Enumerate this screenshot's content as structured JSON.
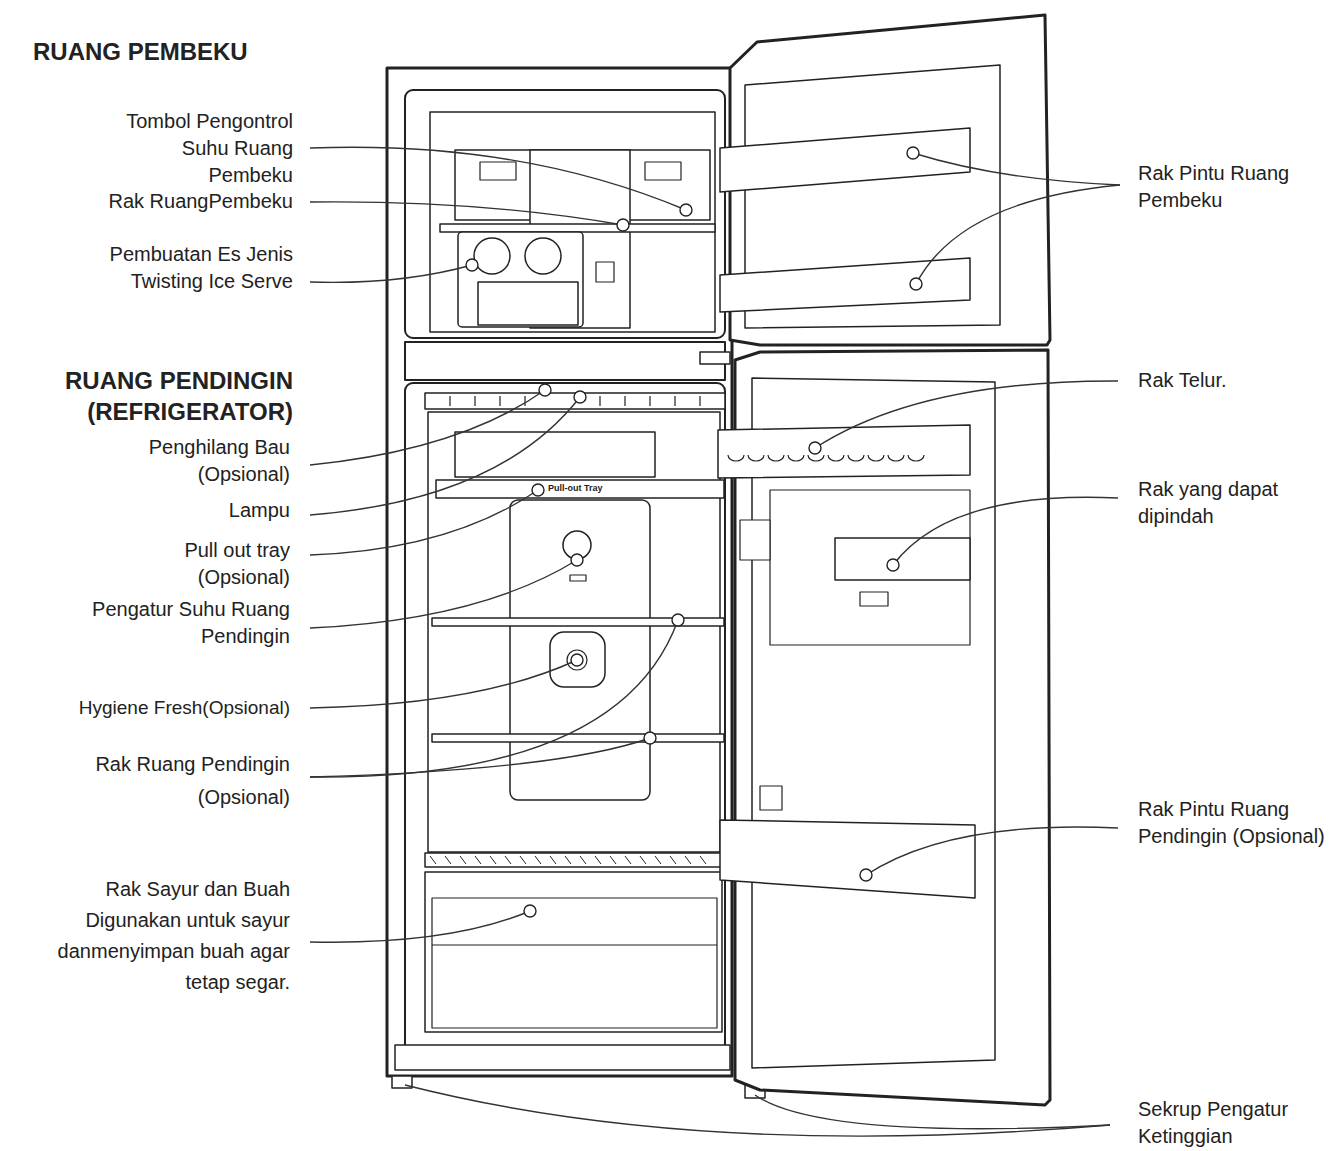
{
  "diagram": {
    "labels": [
      "RUANG PEMBEKU",
      "Tombol Pengontrol Suhu Ruang Pembeku",
      "Rak RuangPembeku",
      "Pembuatan Es Jenis Twisting Ice Serve",
      "RUANG PENDINGIN (REFRIGERATOR)",
      "Penghilang Bau (Opsional)",
      "Lampu",
      "Pull-out Tray",
      "Pull out tray (Opsional)",
      "Pengatur Suhu Ruang Pendingin",
      "Hygiene Fresh(Opsional)",
      "Rak Ruang Pendingin (Opsional)",
      "Rak Sayur dan Buah Digunakan untuk sayur danmenyimpan buah agar tetap segar.",
      "Rak Pintu Ruang Pembeku",
      "Rak Telur.",
      "Rak yang dapat dipindah",
      "Rak Pintu Ruang Pendingin (Opsional)",
      "Sekrup Pengatur Ketinggian"
    ]
  }
}
